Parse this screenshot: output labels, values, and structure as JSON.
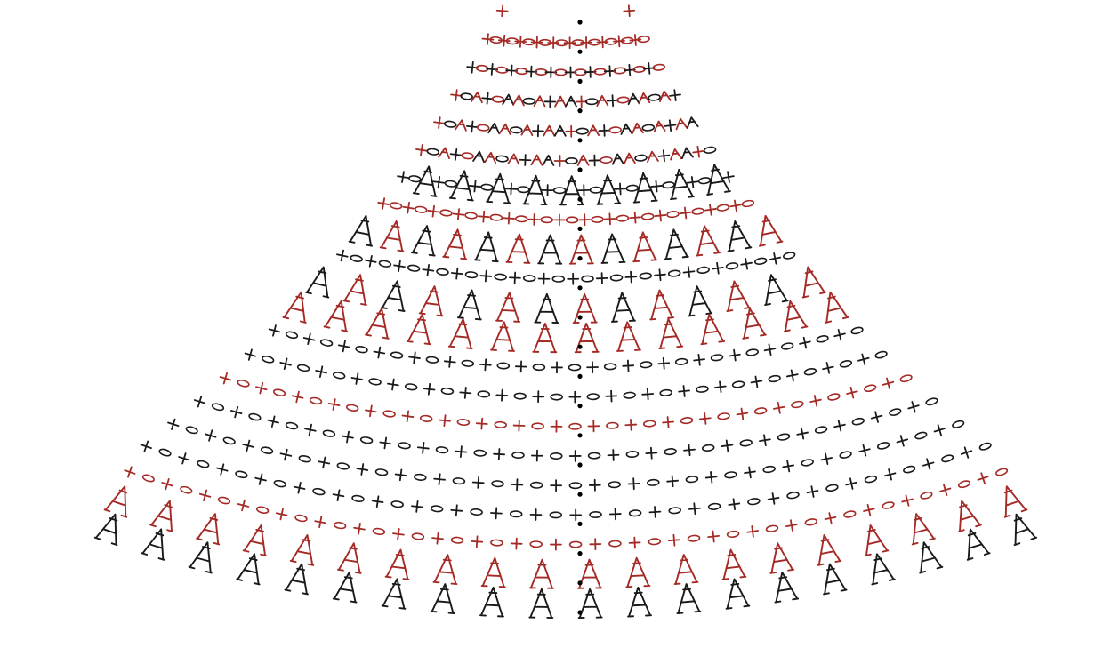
{
  "diagram": {
    "type": "crochet-stitch-chart",
    "shape": "fan / circular-yoke segment",
    "colors": {
      "black": "#1a1a1a",
      "red": "#a52a25",
      "marker": "#000000"
    },
    "symbol_names": {
      "sc": "single-crochet-plus",
      "ch": "chain-oval",
      "dc": "double-crochet-t",
      "dec": "decrease-caret",
      "slip": "slip-stitch-dot"
    },
    "rows": [
      {
        "row": 1,
        "symbols": [
          "sc"
        ],
        "colors": [
          "red"
        ],
        "count": 2
      },
      {
        "row": 2,
        "symbols": [
          "sc",
          "ch"
        ],
        "colors": [
          "red"
        ],
        "count": 20
      },
      {
        "row": 3,
        "symbols": [
          "sc",
          "ch"
        ],
        "colors": [
          "black",
          "red"
        ],
        "count": 20
      },
      {
        "row": 4,
        "symbols": [
          "sc",
          "ch",
          "dec"
        ],
        "colors": [
          "red",
          "black"
        ],
        "count": 22
      },
      {
        "row": 5,
        "symbols": [
          "sc",
          "ch",
          "dec"
        ],
        "colors": [
          "red",
          "black"
        ],
        "count": 24
      },
      {
        "row": 6,
        "symbols": [
          "sc",
          "ch",
          "dec"
        ],
        "colors": [
          "red",
          "black"
        ],
        "count": 26
      },
      {
        "row": 7,
        "symbols": [
          "sc",
          "ch",
          "dc"
        ],
        "colors": [
          "black"
        ],
        "count": 28
      },
      {
        "row": 8,
        "symbols": [
          "sc",
          "ch"
        ],
        "colors": [
          "red"
        ],
        "count": 30
      },
      {
        "row": 9,
        "symbols": [
          "dc"
        ],
        "colors": [
          "black",
          "red"
        ],
        "count": 14
      },
      {
        "row": 10,
        "symbols": [
          "sc",
          "ch"
        ],
        "colors": [
          "black"
        ],
        "count": 32
      },
      {
        "row": 11,
        "symbols": [
          "dc"
        ],
        "colors": [
          "black",
          "red"
        ],
        "count": 14
      },
      {
        "row": 12,
        "symbols": [
          "dc"
        ],
        "colors": [
          "red"
        ],
        "count": 14
      },
      {
        "row": 13,
        "symbols": [
          "sc",
          "ch"
        ],
        "colors": [
          "black"
        ],
        "count": 34
      },
      {
        "row": 14,
        "symbols": [
          "sc",
          "ch"
        ],
        "colors": [
          "black"
        ],
        "count": 36
      },
      {
        "row": 15,
        "symbols": [
          "sc",
          "ch"
        ],
        "colors": [
          "red"
        ],
        "count": 38
      },
      {
        "row": 16,
        "symbols": [
          "sc",
          "ch"
        ],
        "colors": [
          "black"
        ],
        "count": 40
      },
      {
        "row": 17,
        "symbols": [
          "sc",
          "ch"
        ],
        "colors": [
          "black"
        ],
        "count": 42
      },
      {
        "row": 18,
        "symbols": [
          "sc",
          "ch"
        ],
        "colors": [
          "black"
        ],
        "count": 44
      },
      {
        "row": 19,
        "symbols": [
          "sc",
          "ch"
        ],
        "colors": [
          "red"
        ],
        "count": 46
      },
      {
        "row": 20,
        "symbols": [
          "dc"
        ],
        "colors": [
          "red"
        ],
        "count": 20
      },
      {
        "row": 21,
        "symbols": [
          "dc"
        ],
        "colors": [
          "black"
        ],
        "count": 20
      }
    ]
  }
}
